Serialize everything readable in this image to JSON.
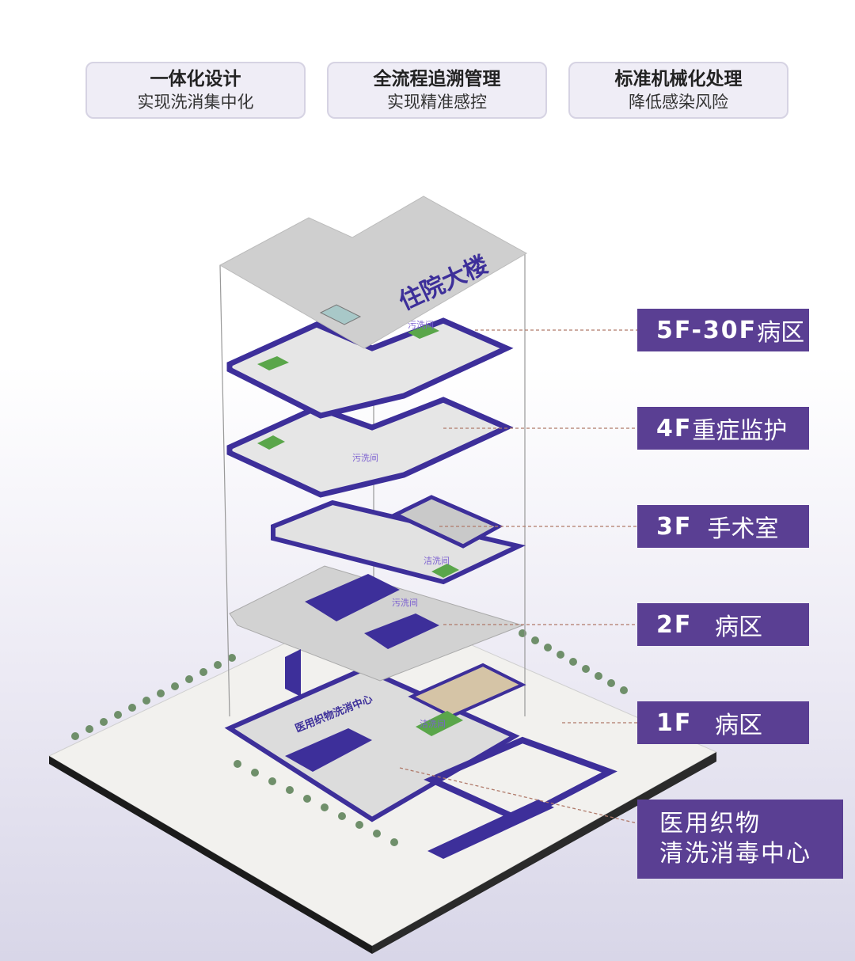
{
  "features": [
    {
      "title": "一体化设计",
      "subtitle": "实现洗消集中化"
    },
    {
      "title": "全流程追溯管理",
      "subtitle": "实现精准感控"
    },
    {
      "title": "标准机械化处理",
      "subtitle": "降低感染风险"
    }
  ],
  "building": {
    "roof_sign": "住院大楼",
    "room_tag_dirty": "污洗间",
    "room_tag_clean": "洁洗间",
    "center_sign": "医用织物洗消中心"
  },
  "floor_labels": {
    "f5_30": {
      "code": "5F-30F",
      "name": "病区"
    },
    "f4": {
      "code": "4F",
      "name": "重症监护"
    },
    "f3": {
      "code": "3F",
      "name": "  手术室"
    },
    "f2": {
      "code": "2F",
      "name": "   病区"
    },
    "f1": {
      "code": "1F",
      "name": "   病区"
    }
  },
  "center_label": {
    "line1": "医用织物",
    "line2": "清洗消毒中心"
  },
  "colors": {
    "accent": "#5a3f93",
    "floor_blue": "#3d2f9a",
    "grass": "#5aa64a"
  }
}
